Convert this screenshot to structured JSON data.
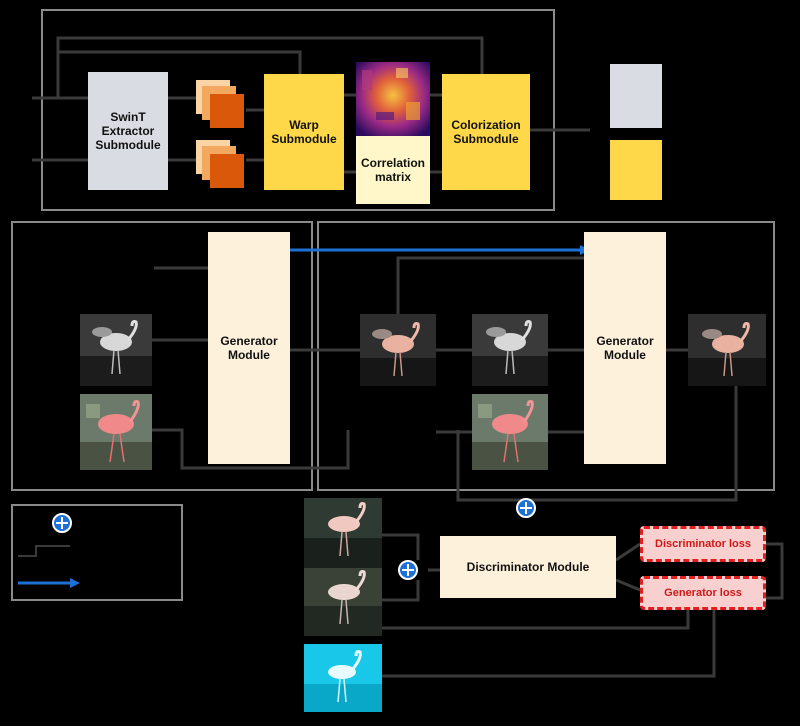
{
  "colors": {
    "background": "#000000",
    "frame": "#8a8a8a",
    "extractor": "#d9dce3",
    "warp": "#ffd84a",
    "correlation": "#fff7c9",
    "generator": "#fdf1dc",
    "discriminator": "#fdf1dc",
    "loss_fill": "#f8d0d0",
    "loss_border": "#e02020",
    "loss_text": "#d01818",
    "arrow_blue": "#1e6fd6",
    "feature_dark": "#d9580a",
    "feature_light": "#fbd4a6"
  },
  "top_module": {
    "extractor_label": "SwinT\nExtractor\nSubmodule",
    "warp_label": "Warp\nSubmodule",
    "correlation_label": "Correlation\nmatrix",
    "colorization_label": "Colorization\nSubmodule"
  },
  "training": {
    "generator_left_label": "Generator\nModule",
    "generator_right_label": "Generator\nModule",
    "discriminator_label": "Discriminator Module",
    "discriminator_loss_label": "Discriminator loss",
    "generator_loss_label": "Generator loss"
  },
  "icons": {
    "concat": "plus-circle-icon",
    "flow": "arrow-right-icon"
  }
}
